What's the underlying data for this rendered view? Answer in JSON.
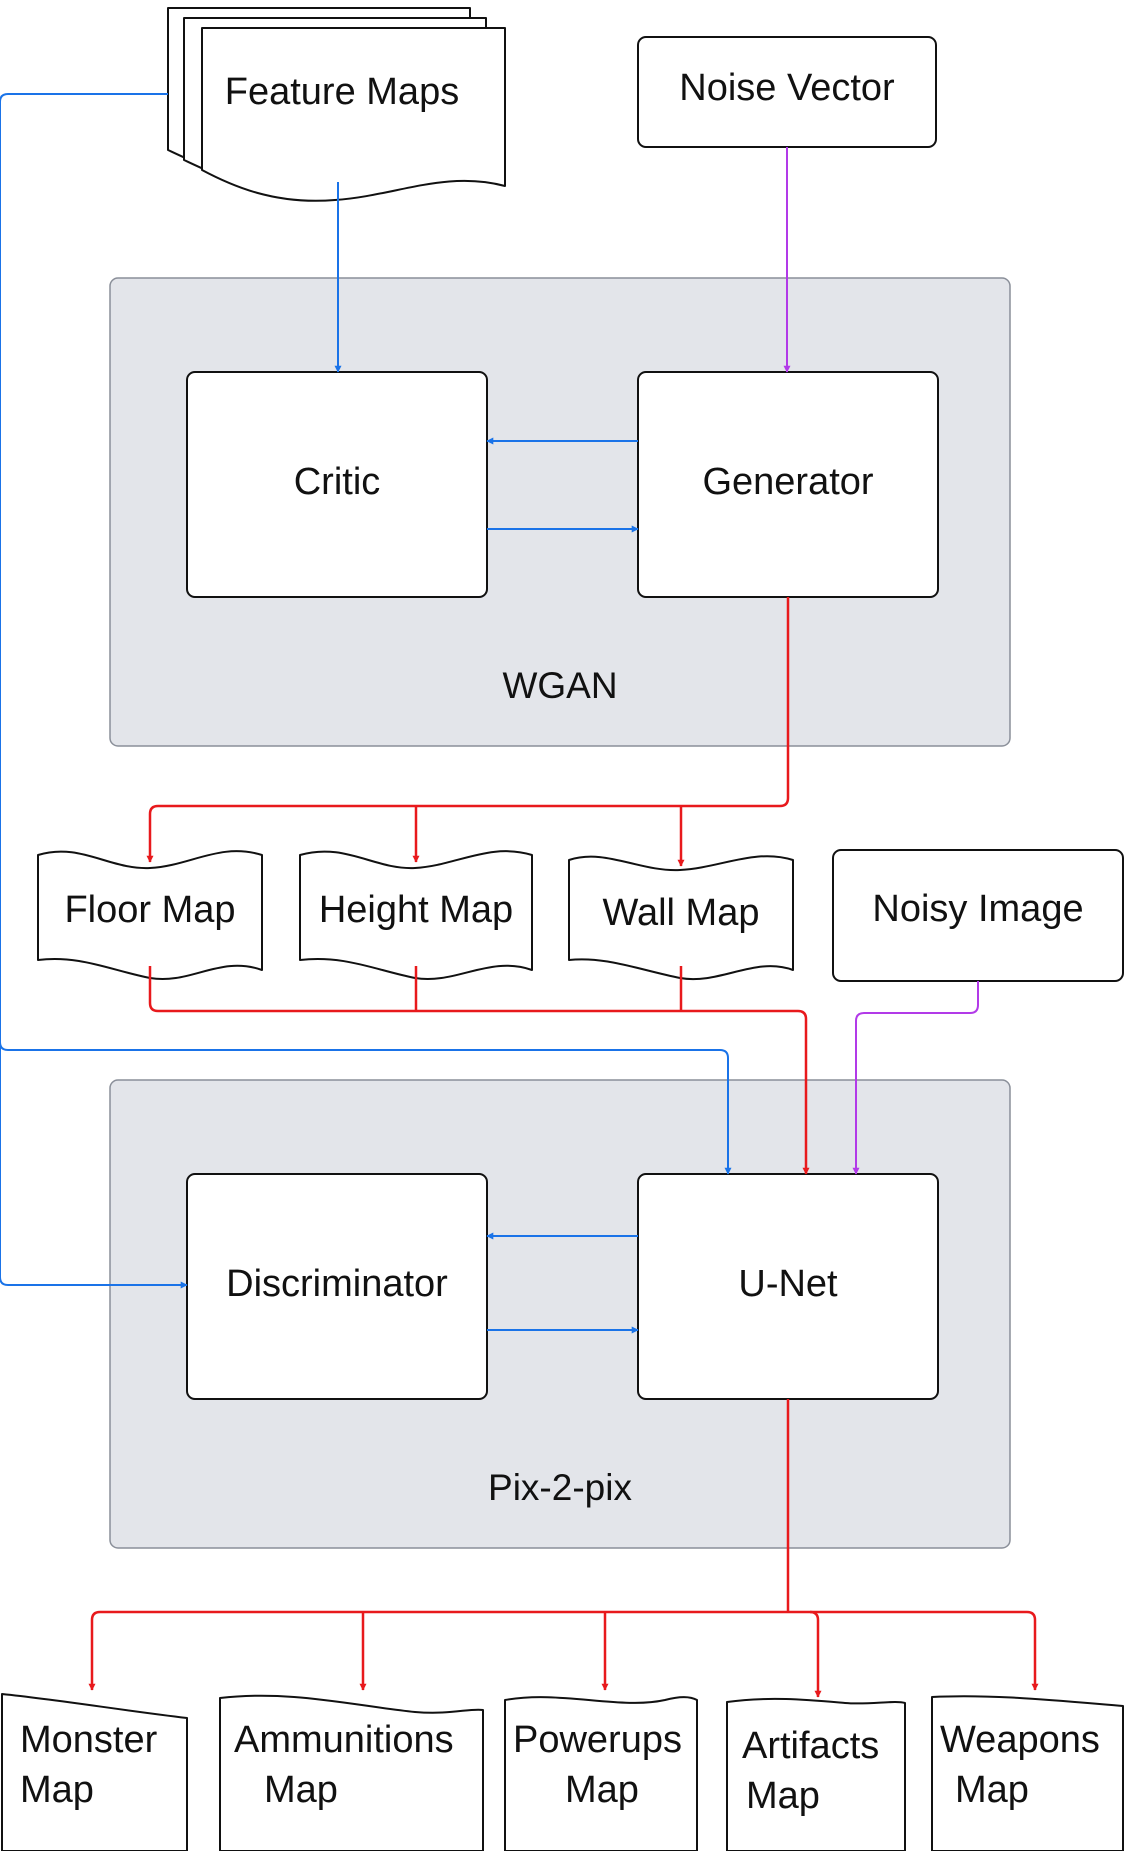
{
  "inputs": {
    "feature_maps": "Feature Maps",
    "noise_vector": "Noise Vector",
    "noisy_image": "Noisy Image"
  },
  "wgan": {
    "label": "WGAN",
    "critic": "Critic",
    "generator": "Generator"
  },
  "intermediate_maps": {
    "floor": "Floor Map",
    "height": "Height Map",
    "wall": "Wall Map"
  },
  "pix2pix": {
    "label": "Pix-2-pix",
    "discriminator": "Discriminator",
    "unet": "U-Net"
  },
  "output_maps": {
    "monster": [
      "Monster",
      "Map"
    ],
    "ammunitions": [
      "Ammunitions",
      "Map"
    ],
    "powerups": [
      "Powerups",
      "Map"
    ],
    "artifacts": [
      "Artifacts",
      "Map"
    ],
    "weapons": [
      "Weapons",
      "Map"
    ]
  },
  "colors": {
    "feature_flow": "#1a73e8",
    "generated_flow": "#e8191c",
    "noise_flow": "#b23ae8",
    "container_fill": "#e3e5ea"
  }
}
